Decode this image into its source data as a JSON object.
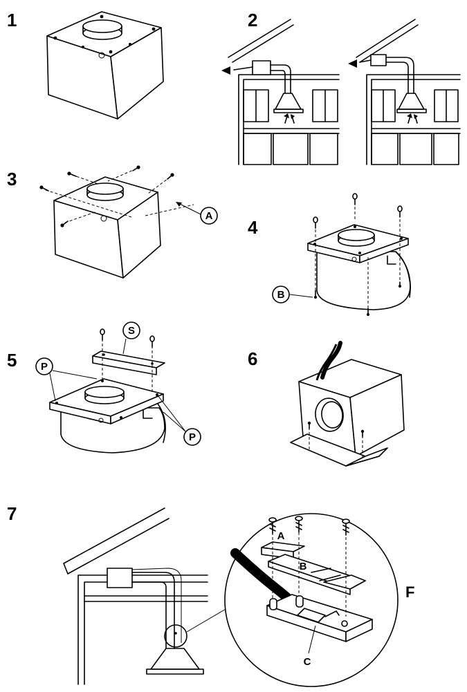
{
  "steps": {
    "s1": "1",
    "s2": "2",
    "s3": "3",
    "s4": "4",
    "s5": "5",
    "s6": "6",
    "s7": "7"
  },
  "callouts": {
    "a3": "A",
    "b4": "B",
    "s5": "S",
    "p5_left": "P",
    "p5_right": "P",
    "a7": "A",
    "b7": "B",
    "c7": "C",
    "f7": "F"
  }
}
